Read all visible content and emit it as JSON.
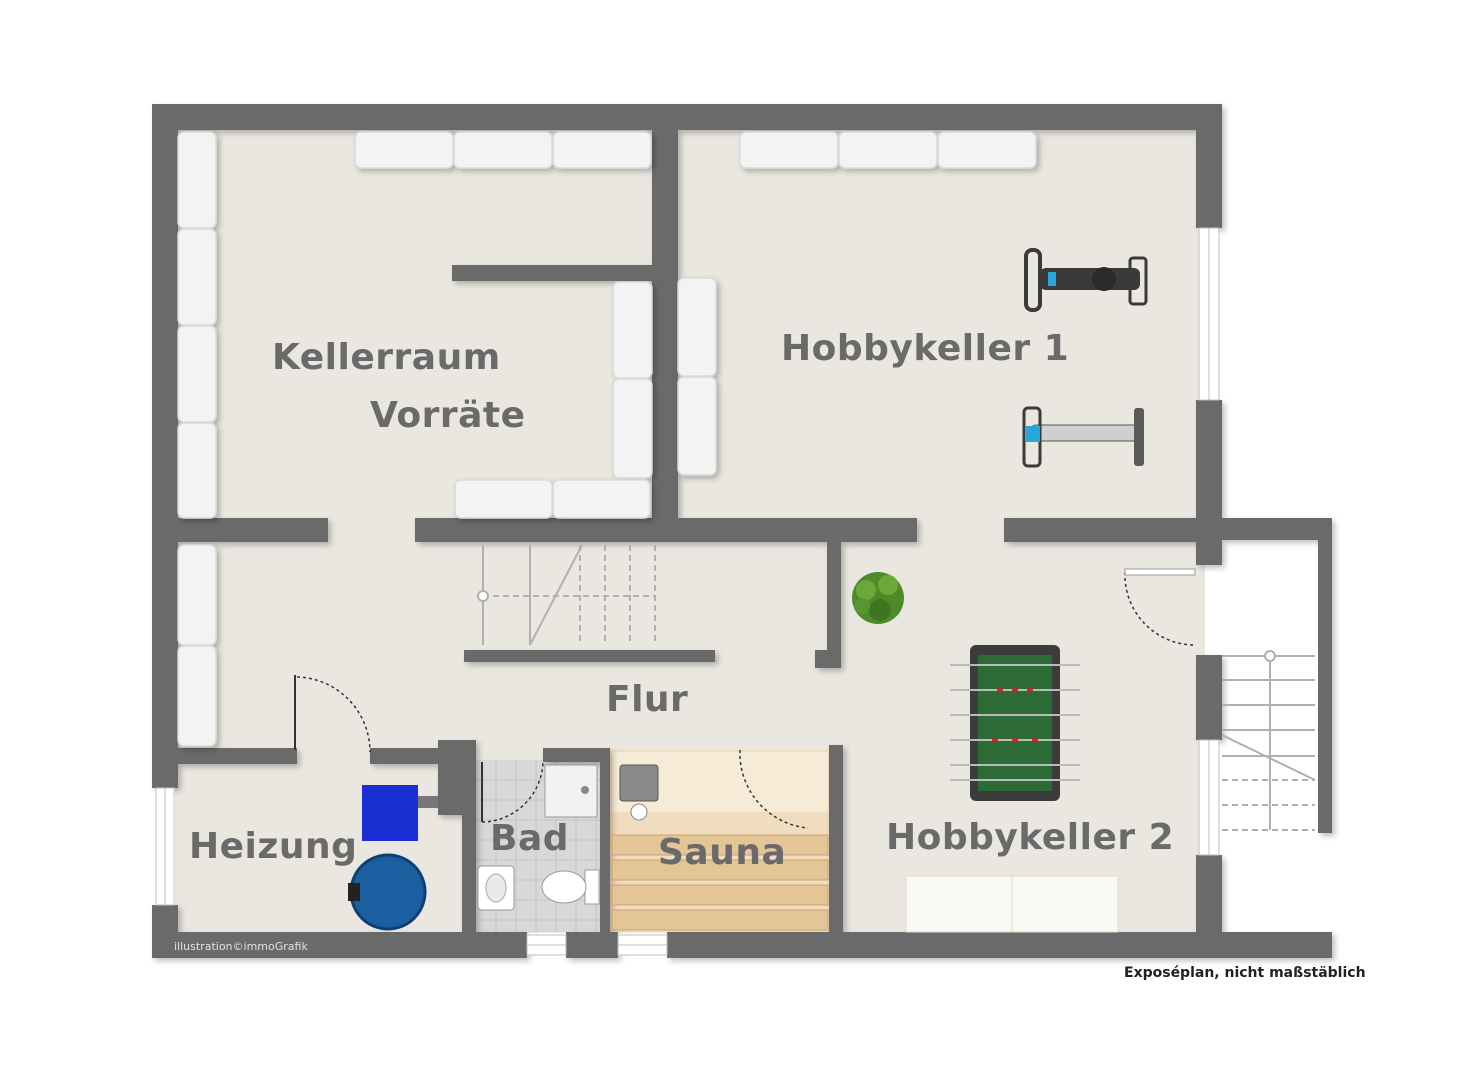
{
  "rooms": {
    "kellerraum_line1": "Kellerraum",
    "kellerraum_line2": "Vorräte",
    "hobbykeller1": "Hobbykeller 1",
    "flur": "Flur",
    "heizung": "Heizung",
    "bad": "Bad",
    "sauna": "Sauna",
    "hobbykeller2": "Hobbykeller 2"
  },
  "credit": "illustration©immoGrafik",
  "disclaimer": "Exposéplan, nicht maßstäblich",
  "colors": {
    "wall": "#6a6a6b",
    "floor": "#e9e7df",
    "shelf": "#f2f2f2",
    "sauna_wood": "#f0dcbf",
    "bath_tile": "#d6d6d6",
    "foosball_field": "#2c6b36",
    "tank": "#1c5fa0",
    "boiler": "#1b2fd3",
    "plant": "#4f8a28",
    "label": "#6a6a6b"
  }
}
